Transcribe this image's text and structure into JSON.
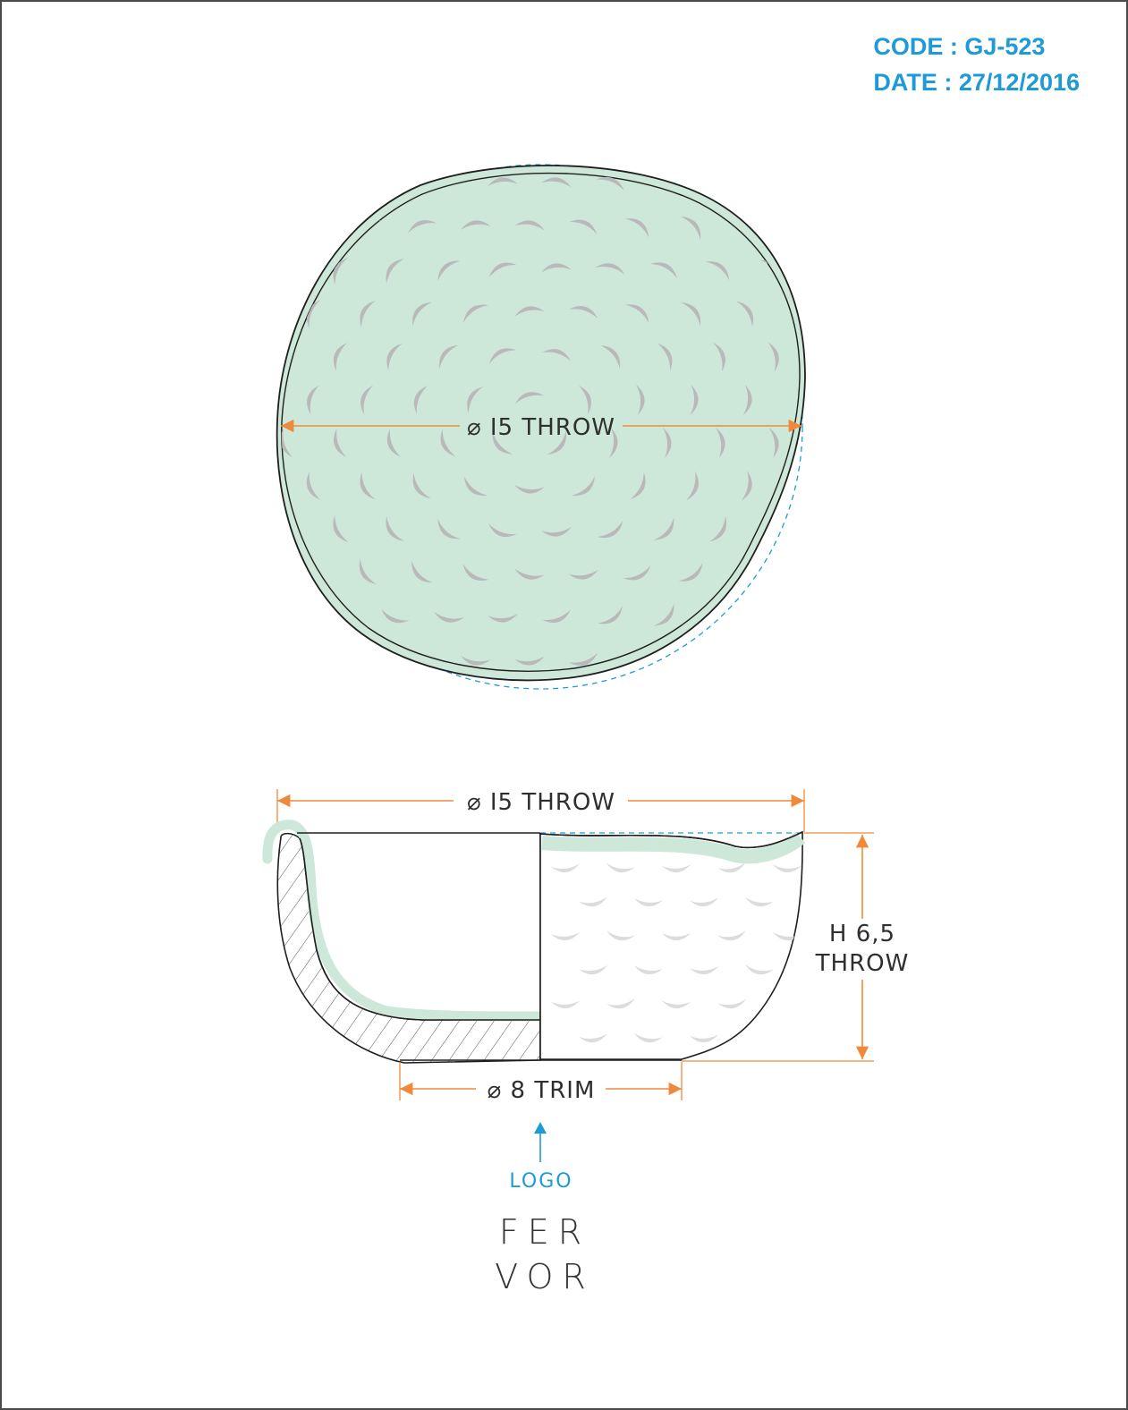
{
  "header": {
    "code": "CODE : GJ-523",
    "date": "DATE : 27/12/2016"
  },
  "top_view": {
    "diameter_label": "⌀ I5 THROW"
  },
  "side_view": {
    "top_diameter_label": "⌀ I5 THROW",
    "height_label_line1": "H 6,5",
    "height_label_line2": "THROW",
    "bottom_diameter_label": "⌀ 8 TRIM",
    "logo_label": "LOGO",
    "brand_line1": "FER",
    "brand_line2": "VOR"
  },
  "colors": {
    "glaze": "#cde8d8",
    "glaze_edge": "#a9d6bb",
    "dimension": "#f08a3a",
    "accent_blue": "#1e9bd7",
    "outline": "#1f1f1f",
    "dimple": "#b9b9bc"
  }
}
